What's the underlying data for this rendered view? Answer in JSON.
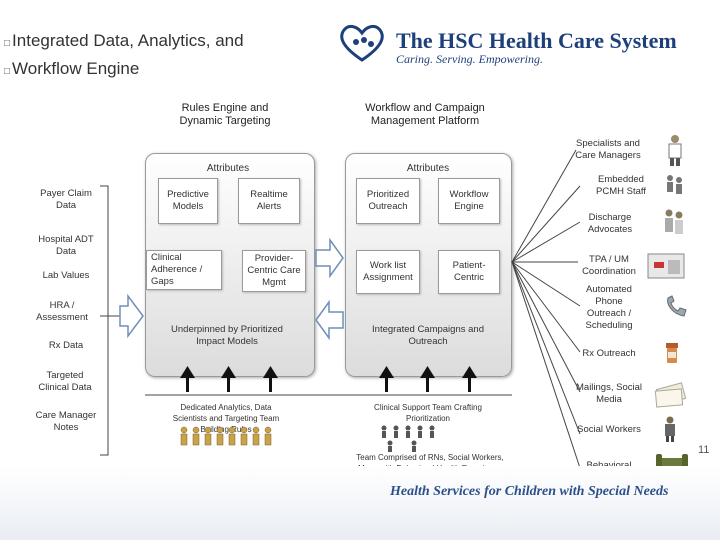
{
  "title": {
    "line1": "Integrated Data, Analytics, and",
    "line2": "Workflow Engine",
    "bullet": "□"
  },
  "logo": {
    "name": "The HSC Health Care System",
    "tagline": "Caring. Serving. Empowering."
  },
  "left_inputs": [
    "Payer Claim Data",
    "Hospital ADT Data",
    "Lab Values",
    "HRA / Assessment",
    "Rx Data",
    "Targeted Clinical Data",
    "Care Manager Notes"
  ],
  "rules_engine": {
    "header": "Rules Engine and Dynamic Targeting",
    "attributes": "Attributes",
    "boxes": [
      "Predictive Models",
      "Realtime Alerts",
      "Clinical Adherence / Gaps",
      "Provider-Centric Care Mgmt"
    ],
    "underpinned": "Underpinned by Prioritized Impact Models",
    "team": "Dedicated Analytics, Data Scientists and Targeting Team Building Rules"
  },
  "workflow": {
    "header": "Workflow and Campaign Management Platform",
    "attributes": "Attributes",
    "boxes": [
      "Prioritized Outreach",
      "Workflow Engine",
      "Work list Assignment",
      "Patient-Centric"
    ],
    "integrated": "Integrated Campaigns and Outreach",
    "team": "Clinical Support Team Crafting Prioritization",
    "team_note": "Team Comprised of RNs, Social Workers, Many with Behavioral Health Experience"
  },
  "right_outputs": [
    "Specialists and Care Managers",
    "Embedded PCMH Staff",
    "Discharge Advocates",
    "TPA / UM Coordination",
    "Automated Phone Outreach / Scheduling",
    "Rx Outreach",
    "Mailings, Social Media",
    "Social Workers",
    "Behavioral Health"
  ],
  "icons": [
    "doctor-icon",
    "nurse-icon",
    "staff-icon",
    "office-icon",
    "phone-icon",
    "pill-bottle-icon",
    "mail-icon",
    "social-worker-icon",
    "couch-icon"
  ],
  "footer": "Health Services for Children with Special Needs",
  "page_number": "11",
  "colors": {
    "brand": "#1d3f7a",
    "footer": "#2b4f8a",
    "arrow_stroke": "#6f8fb8"
  }
}
